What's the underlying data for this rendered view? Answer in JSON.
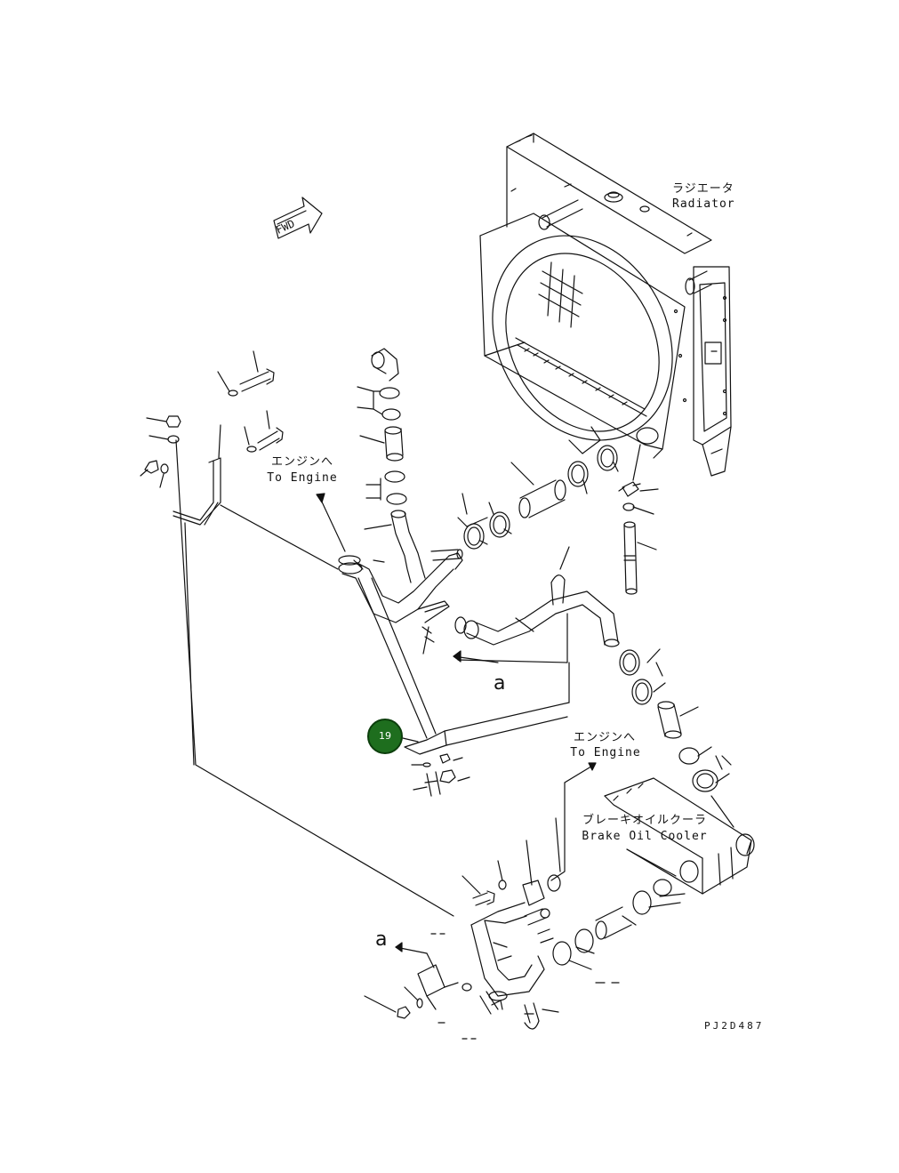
{
  "labels": {
    "radiator_jp": "ラジエータ",
    "radiator_en": "Radiator",
    "to_engine_top_jp": "エンジンへ",
    "to_engine_top_en": "To Engine",
    "to_engine_mid_jp": "エンジンへ",
    "to_engine_mid_en": "To Engine",
    "brake_cooler_jp": "ブレーキオイルクーラ",
    "brake_cooler_en": "Brake Oil Cooler",
    "fwd": "FWD",
    "view_a_top": "a",
    "view_a_bottom": "a",
    "drawing_id": "PJ2D487"
  },
  "callout": {
    "number": "19",
    "color": "#1e6e1e"
  }
}
